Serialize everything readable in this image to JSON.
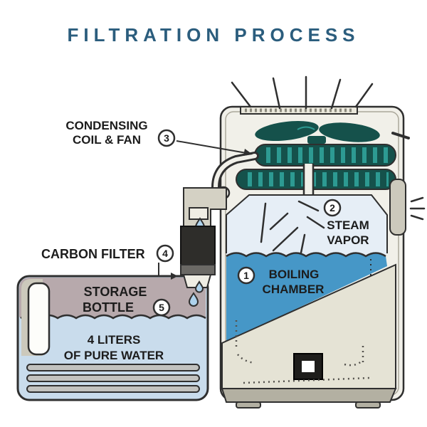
{
  "title": {
    "text": "FILTRATION PROCESS"
  },
  "labels": {
    "condensing_coil": {
      "number": "3",
      "line1": "CONDENSING",
      "line2": "COIL & FAN"
    },
    "steam_vapor": {
      "number": "2",
      "line1": "STEAM",
      "line2": "VAPOR"
    },
    "boiling_chamber": {
      "number": "1",
      "line1": "BOILING",
      "line2": "CHAMBER"
    },
    "carbon_filter": {
      "number": "4",
      "label": "CARBON FILTER"
    },
    "storage_bottle": {
      "number": "5",
      "line1": "STORAGE",
      "line2": "BOTTLE"
    },
    "pure_water": {
      "line1": "4 LITERS",
      "line2": "OF PURE WATER"
    }
  },
  "colors": {
    "title": "#2b5d7d",
    "outline": "#2f2f2f",
    "machine_body": "#f1f0e9",
    "machine_front": "#e5e3d5",
    "machine_base": "#b3b0a2",
    "steam_area": "#e6eef6",
    "boiling_water": "#4697c7",
    "bottle_top": "#b7a9ac",
    "bottle_water": "#c9dcec",
    "coil_dark": "#15514b",
    "coil_light": "#2d9a92",
    "filter_black": "#2e2d2a",
    "droplet": "#aed2ec"
  }
}
